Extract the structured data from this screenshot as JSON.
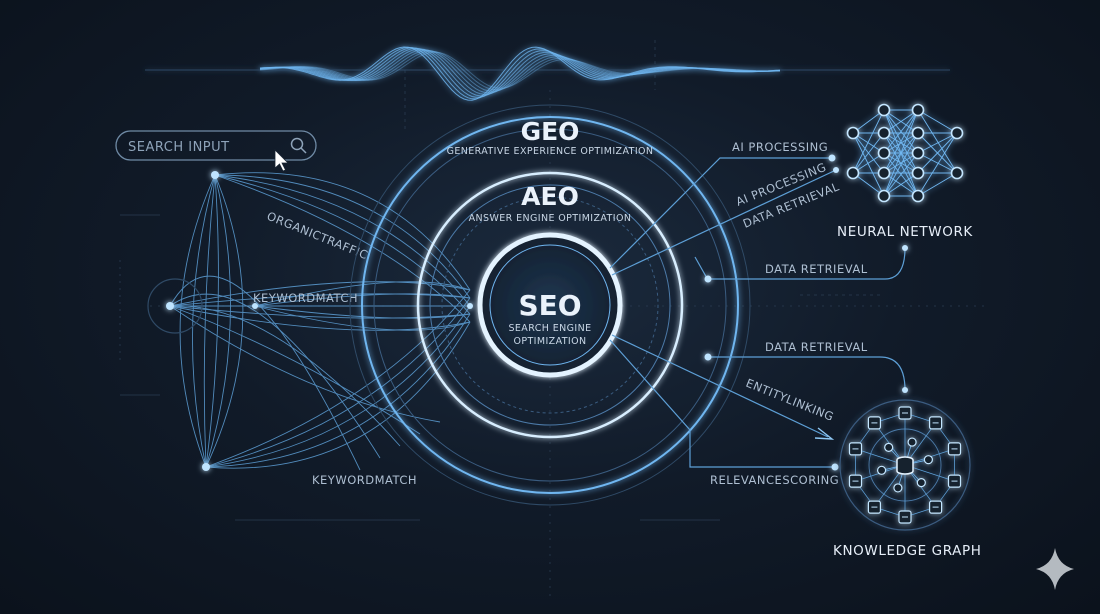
{
  "search": {
    "placeholder": "SEARCH INPUT"
  },
  "rings": {
    "geo": {
      "acronym": "GEO",
      "full": "GENERATIVE EXPERIENCE OPTIMIZATION"
    },
    "aeo": {
      "acronym": "AEO",
      "full": "ANSWER ENGINE OPTIMIZATION"
    },
    "seo": {
      "acronym": "SEO",
      "full_line1": "SEARCH ENGINE",
      "full_line2": "OPTIMIZATION"
    }
  },
  "left_labels": {
    "organic_traffic": "ORGANICTRAFFIC",
    "keyword_match_top": "KEYWORDMATCH",
    "keyword_match_bottom": "KEYWORDMATCH"
  },
  "right_labels": {
    "ai_processing_1": "AI PROCESSING",
    "ai_processing_2": "AI PROCESSING",
    "data_retrieval_diag": "DATA RETRIEVAL",
    "data_retrieval_1": "DATA RETRIEVAL",
    "data_retrieval_2": "DATA RETRIEVAL",
    "entity_linking": "ENTITYLINKING",
    "relevance_scoring": "RELEVANCESCORING"
  },
  "modules": {
    "neural_network": "NEURAL NETWORK",
    "knowledge_graph": "KNOWLEDGE GRAPH"
  },
  "colors": {
    "accent": "#7cc4ff",
    "line": "#5d9fd6",
    "text": "#aebfd2",
    "bg": "#111b29"
  },
  "icons": [
    "search-icon",
    "cursor-icon",
    "sparkle-icon",
    "database-icon"
  ]
}
